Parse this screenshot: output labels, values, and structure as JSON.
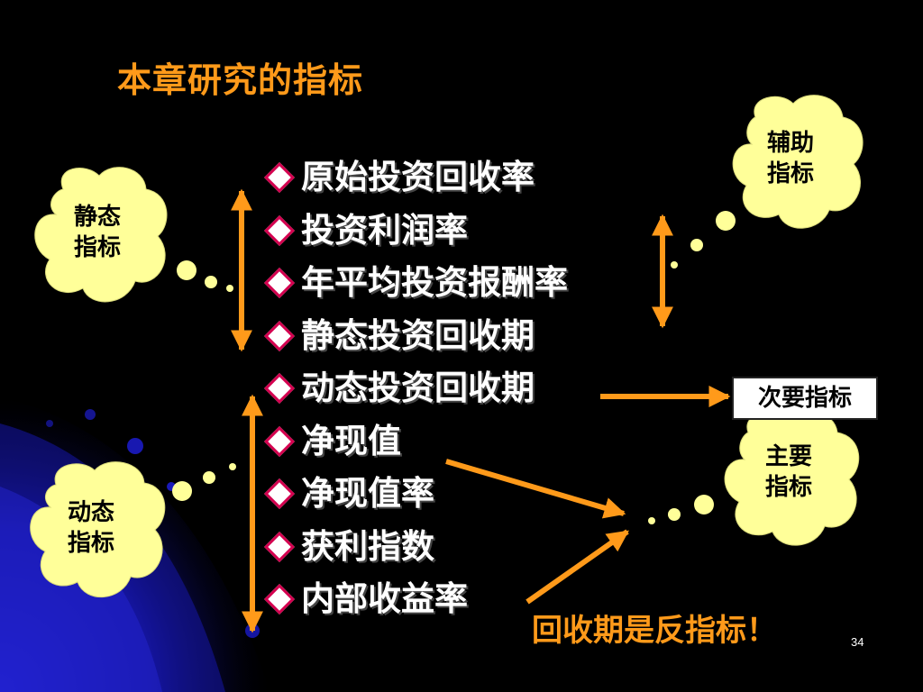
{
  "title": "本章研究的指标",
  "items": [
    "原始投资回收率",
    "投资利润率",
    "年平均投资报酬率",
    "静态投资回收期",
    "动态投资回收期",
    "净现值",
    "净现值率",
    "获利指数",
    "内部收益率"
  ],
  "clouds": {
    "static": {
      "line1": "静态",
      "line2": "指标"
    },
    "dynamic": {
      "line1": "动态",
      "line2": "指标"
    },
    "auxiliary": {
      "line1": "辅助",
      "line2": "指标"
    },
    "primary": {
      "line1": "主要",
      "line2": "指标"
    }
  },
  "secondary_label": "次要指标",
  "note": "回收期是反指标！",
  "page_number": "34",
  "colors": {
    "title": "#ff9a1a",
    "arrow": "#ff9a1a",
    "cloud": "#ffff99",
    "bullet": "#d4004f",
    "background": "#000000"
  }
}
